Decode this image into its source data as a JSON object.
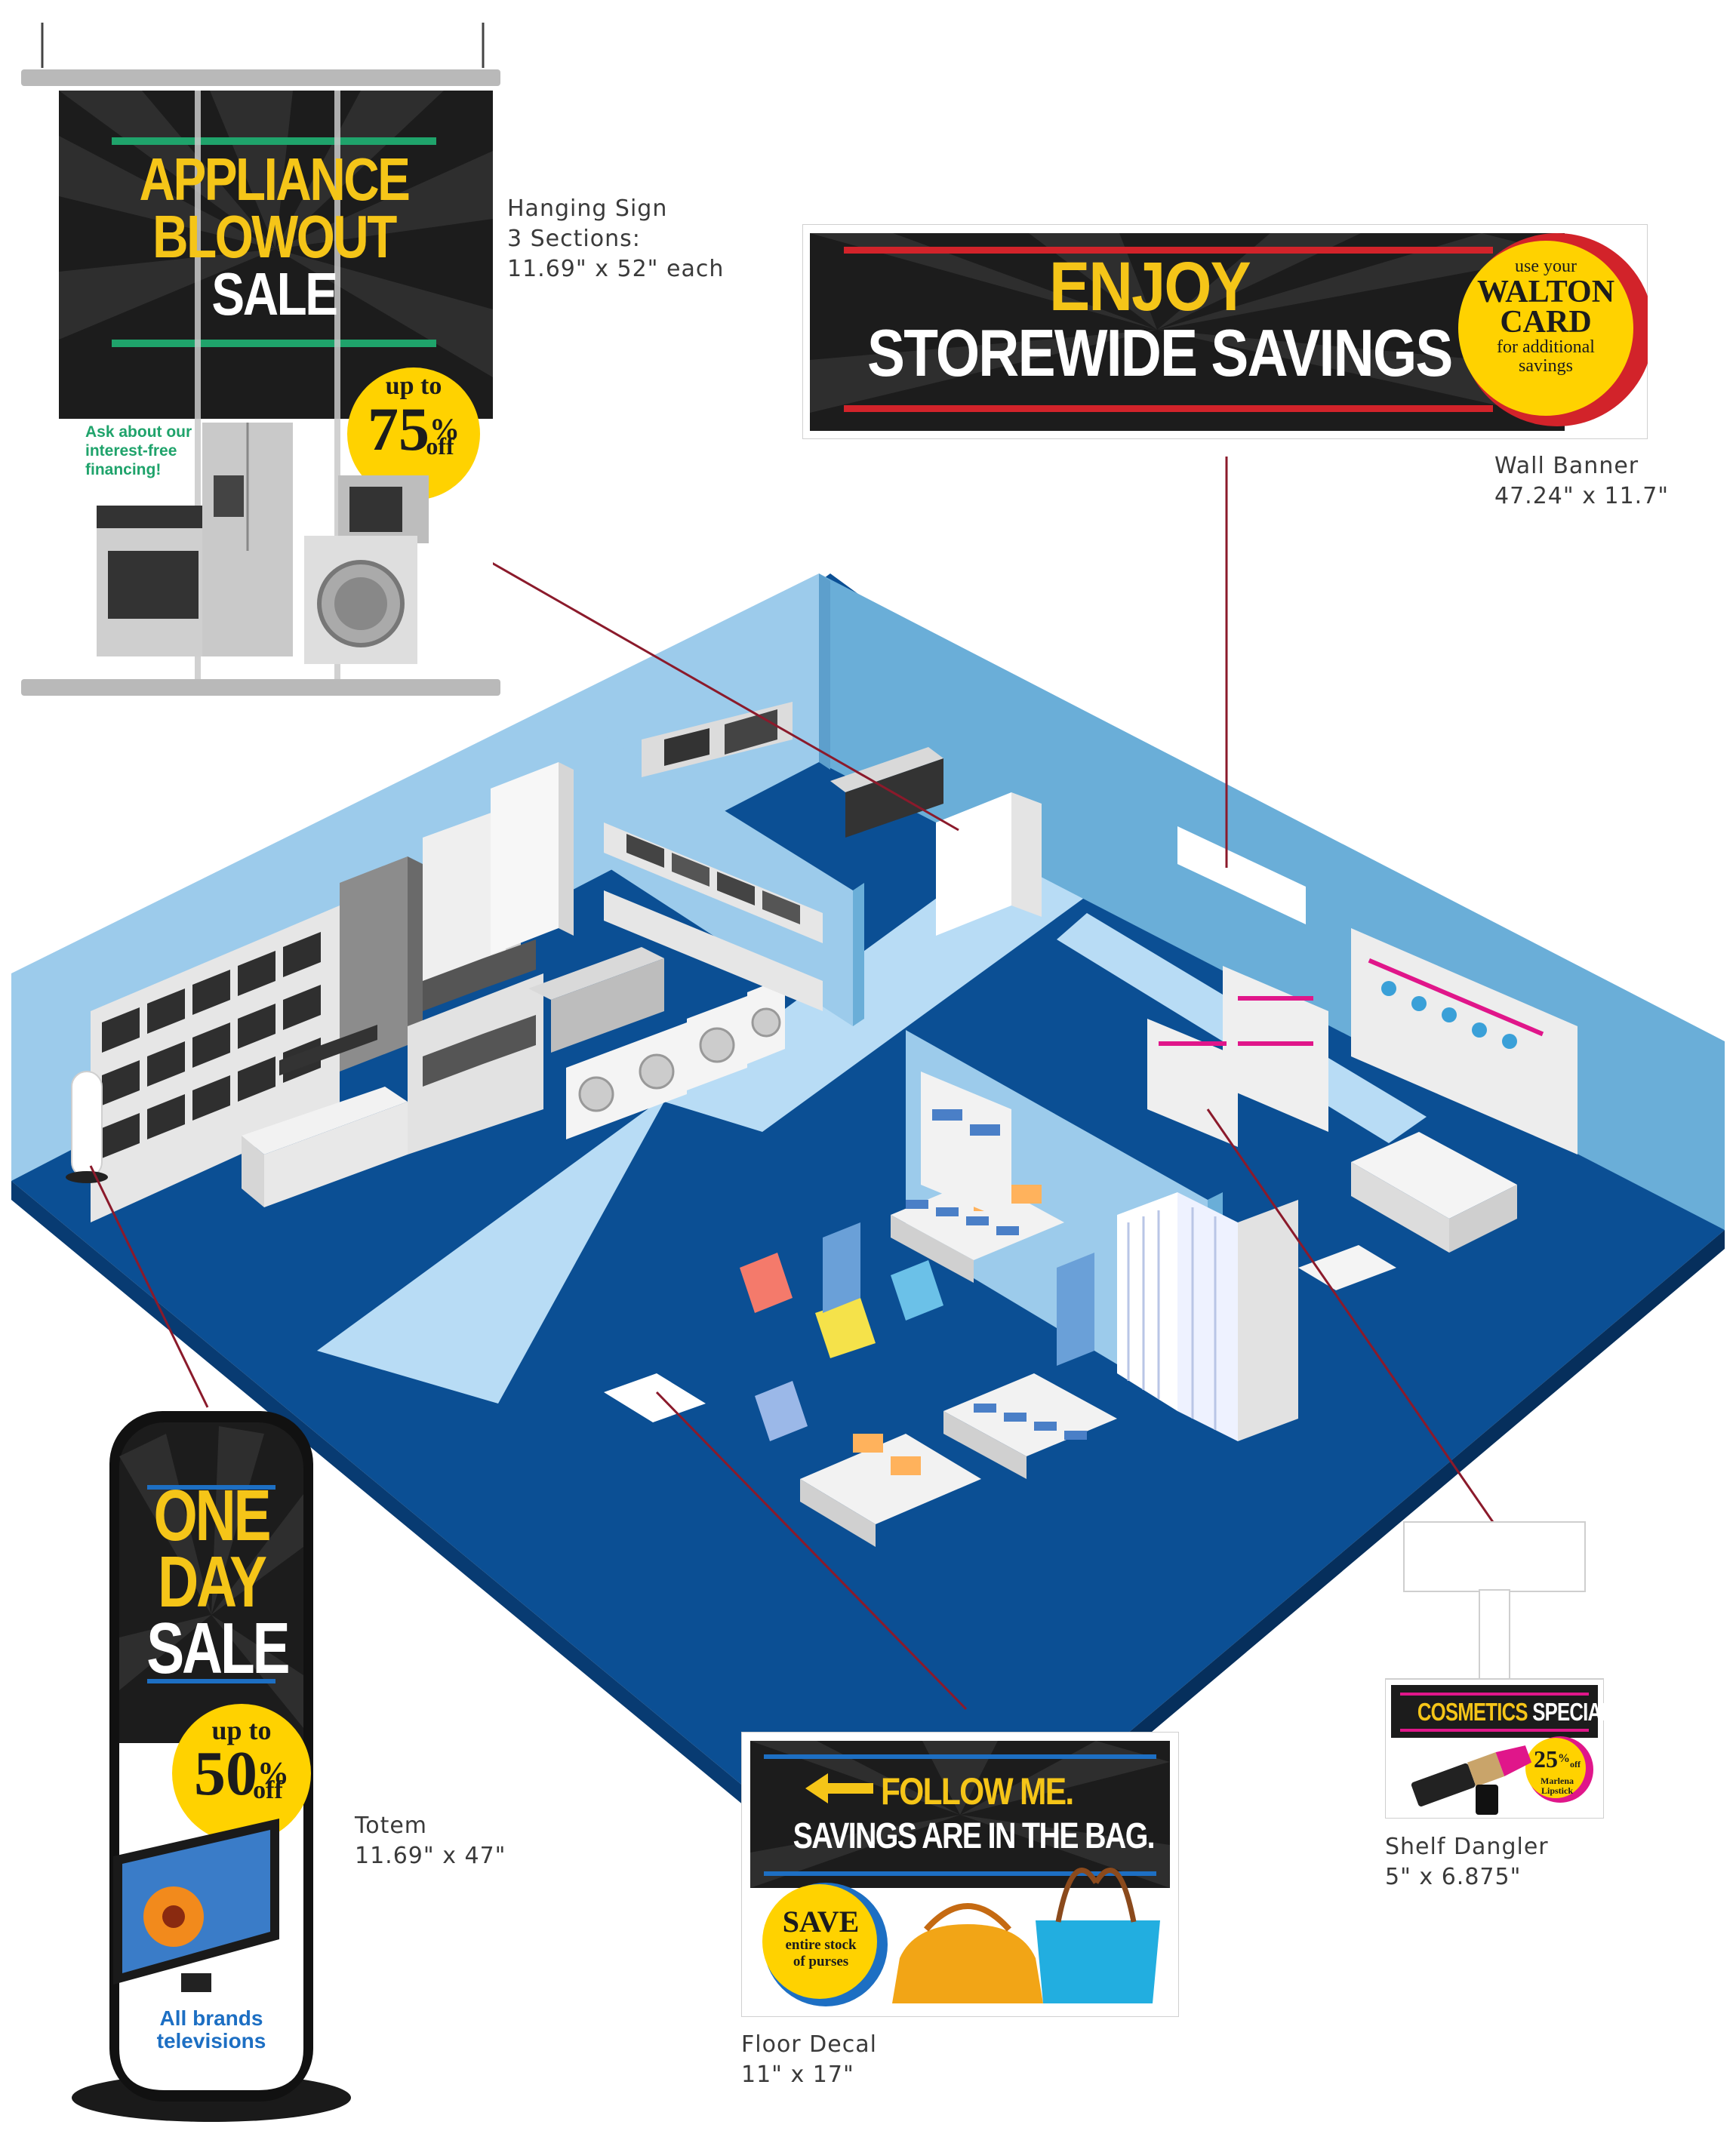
{
  "hanging_sign": {
    "title_line1": "APPLIANCE",
    "title_line2": "BLOWOUT",
    "title_line3": "SALE",
    "badge_top": "up to",
    "badge_value": "75",
    "badge_pct": "%",
    "badge_off": "off",
    "financing_line1": "Ask about our",
    "financing_line2": "interest-free",
    "financing_line3": "financing!",
    "caption_line1": "Hanging Sign",
    "caption_line2": "3 Sections:",
    "caption_line3": "11.69\" x 52\" each"
  },
  "wall_banner": {
    "line1": "ENJOY",
    "line2": "STOREWIDE SAVINGS",
    "badge_line1": "use your",
    "badge_line2": "WALTON",
    "badge_line3": "CARD",
    "badge_line4": "for additional",
    "badge_line5": "savings",
    "caption_line1": "Wall Banner",
    "caption_line2": "47.24\" x 11.7\""
  },
  "totem": {
    "line1": "ONE",
    "line2": "DAY",
    "line3": "SALE",
    "badge_top": "up to",
    "badge_value": "50",
    "badge_pct": "%",
    "badge_off": "off",
    "footer_line1": "All brands",
    "footer_line2": "televisions",
    "caption_line1": "Totem",
    "caption_line2": "11.69\" x 47\""
  },
  "floor_decal": {
    "line1": "FOLLOW ME.",
    "line2": "SAVINGS ARE IN THE BAG.",
    "badge_line1": "SAVE",
    "badge_line2": "entire stock",
    "badge_line3": "of purses",
    "caption_line1": "Floor Decal",
    "caption_line2": "11\" x 17\""
  },
  "shelf_dangler": {
    "title_a": "COSMETICS",
    "title_b": " SPECIAL",
    "badge_value": "25",
    "badge_pct": "%",
    "badge_off": "off",
    "badge_line2": "Marlena",
    "badge_line3": "Lipstick",
    "caption_line1": "Shelf Dangler",
    "caption_line2": "5\" x 6.875\""
  },
  "colors": {
    "sign_black": "#1c1c1c",
    "sign_yellow": "#f5c518",
    "badge_yellow": "#ffd200",
    "accent_green": "#1fa36b",
    "accent_red": "#d2232a",
    "accent_blue": "#1d6fc3",
    "floor_blue": "#0b4f94",
    "wall_light": "#9ccbeb",
    "wall_mid": "#6aaed8",
    "leader_line": "#8b1a2b",
    "cosmetics_pink": "#e0168a"
  }
}
